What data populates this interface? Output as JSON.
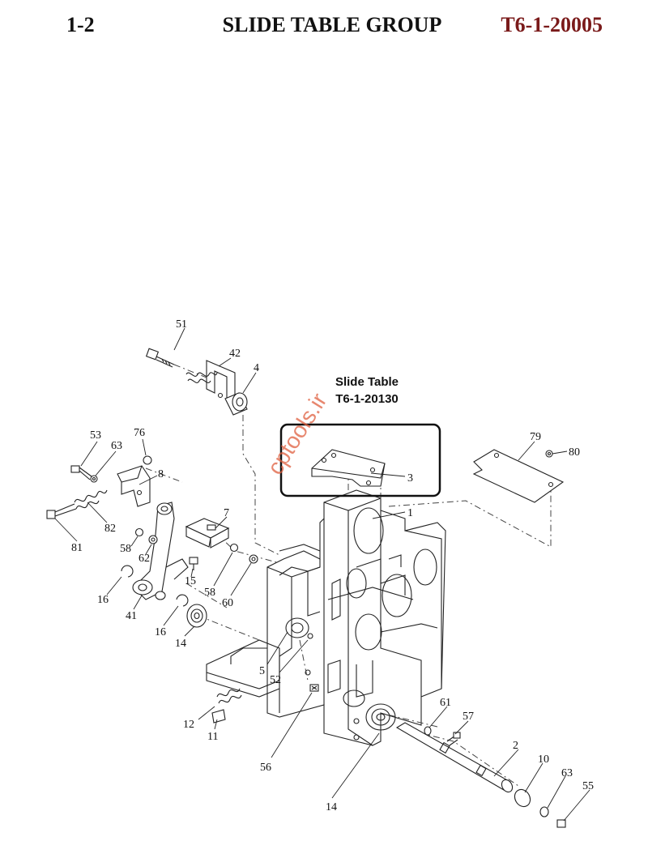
{
  "header": {
    "section": "1-2",
    "title": "SLIDE TABLE GROUP",
    "code": "T6-1-20005",
    "code_color": "#7a1a1a"
  },
  "reference_box": {
    "title": "Slide Table",
    "code": "T6-1-20130"
  },
  "watermark": "cptools.ir",
  "callouts": {
    "c51": "51",
    "c42": "42",
    "c4": "4",
    "c53": "53",
    "c63a": "63",
    "c76": "76",
    "c8": "8",
    "c82": "82",
    "c81": "81",
    "c7": "7",
    "c58a": "58",
    "c62": "62",
    "c15": "15",
    "c58b": "58",
    "c60": "60",
    "c16a": "16",
    "c41": "41",
    "c16b": "16",
    "c14a": "14",
    "c5": "5",
    "c52": "52",
    "c12": "12",
    "c11": "11",
    "c56": "56",
    "c14b": "14",
    "c61": "61",
    "c57": "57",
    "c2": "2",
    "c10": "10",
    "c63b": "63",
    "c55": "55",
    "c1": "1",
    "c3": "3",
    "c79": "79",
    "c80": "80"
  }
}
